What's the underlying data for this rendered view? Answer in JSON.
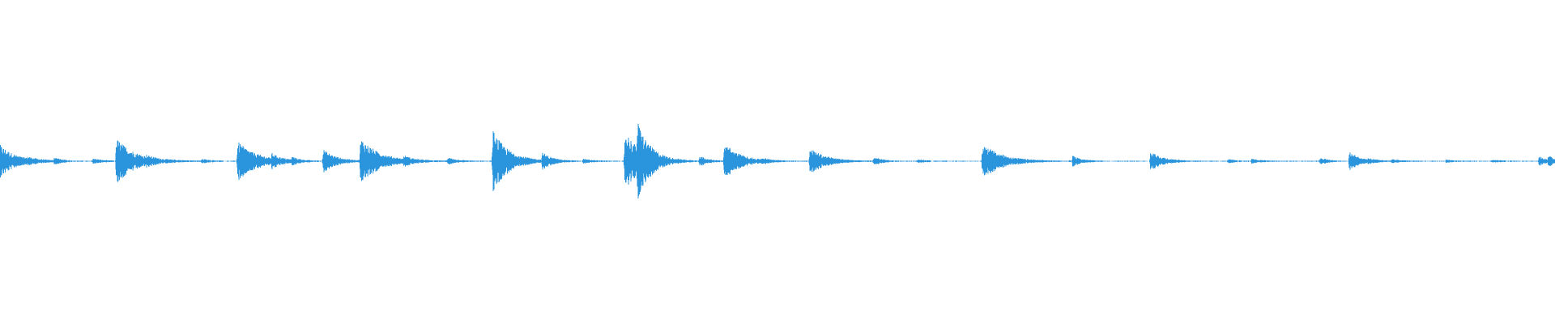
{
  "waveform": {
    "color": "#2a95dd",
    "background": "#ffffff",
    "baseline_amplitude": 0.004,
    "events": [
      {
        "t": 0.0,
        "amp": 0.1,
        "decay": 0.01
      },
      {
        "t": 0.018,
        "amp": 0.012,
        "decay": 0.006
      },
      {
        "t": 0.035,
        "amp": 0.022,
        "decay": 0.004
      },
      {
        "t": 0.06,
        "amp": 0.015,
        "decay": 0.006
      },
      {
        "t": 0.075,
        "amp": 0.14,
        "decay": 0.012
      },
      {
        "t": 0.094,
        "amp": 0.01,
        "decay": 0.006
      },
      {
        "t": 0.13,
        "amp": 0.01,
        "decay": 0.006
      },
      {
        "t": 0.153,
        "amp": 0.12,
        "decay": 0.012
      },
      {
        "t": 0.175,
        "amp": 0.03,
        "decay": 0.005
      },
      {
        "t": 0.188,
        "amp": 0.02,
        "decay": 0.004
      },
      {
        "t": 0.208,
        "amp": 0.07,
        "decay": 0.008
      },
      {
        "t": 0.232,
        "amp": 0.14,
        "decay": 0.012
      },
      {
        "t": 0.26,
        "amp": 0.02,
        "decay": 0.006
      },
      {
        "t": 0.288,
        "amp": 0.02,
        "decay": 0.006
      },
      {
        "t": 0.317,
        "amp": 0.19,
        "decay": 0.01
      },
      {
        "t": 0.349,
        "amp": 0.045,
        "decay": 0.006
      },
      {
        "t": 0.375,
        "amp": 0.012,
        "decay": 0.006
      },
      {
        "t": 0.402,
        "amp": 0.19,
        "decay": 0.01
      },
      {
        "t": 0.41,
        "amp": 0.16,
        "decay": 0.008
      },
      {
        "t": 0.45,
        "amp": 0.03,
        "decay": 0.005
      },
      {
        "t": 0.466,
        "amp": 0.11,
        "decay": 0.01
      },
      {
        "t": 0.49,
        "amp": 0.01,
        "decay": 0.006
      },
      {
        "t": 0.521,
        "amp": 0.08,
        "decay": 0.01
      },
      {
        "t": 0.562,
        "amp": 0.025,
        "decay": 0.005
      },
      {
        "t": 0.59,
        "amp": 0.01,
        "decay": 0.006
      },
      {
        "t": 0.632,
        "amp": 0.11,
        "decay": 0.012
      },
      {
        "t": 0.69,
        "amp": 0.035,
        "decay": 0.005
      },
      {
        "t": 0.74,
        "amp": 0.06,
        "decay": 0.008
      },
      {
        "t": 0.79,
        "amp": 0.01,
        "decay": 0.006
      },
      {
        "t": 0.805,
        "amp": 0.012,
        "decay": 0.006
      },
      {
        "t": 0.849,
        "amp": 0.02,
        "decay": 0.005
      },
      {
        "t": 0.868,
        "amp": 0.06,
        "decay": 0.006
      },
      {
        "t": 0.88,
        "amp": 0.01,
        "decay": 0.006
      },
      {
        "t": 0.895,
        "amp": 0.01,
        "decay": 0.006
      },
      {
        "t": 0.93,
        "amp": 0.008,
        "decay": 0.006
      },
      {
        "t": 0.96,
        "amp": 0.008,
        "decay": 0.006
      },
      {
        "t": 0.99,
        "amp": 0.03,
        "decay": 0.004
      },
      {
        "t": 0.996,
        "amp": 0.03,
        "decay": 0.004
      }
    ]
  }
}
